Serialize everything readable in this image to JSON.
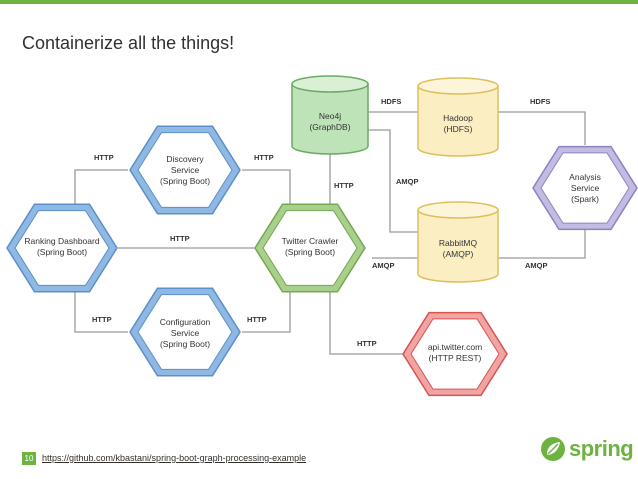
{
  "title": "Containerize all the things!",
  "footer": {
    "page_number": "10",
    "url": "https://github.com/kbastani/spring-boot-graph-processing-example"
  },
  "logo": {
    "text": "spring",
    "icon": "spring-leaf-icon"
  },
  "colors": {
    "accent": "#6db33f",
    "blue": "#5b9bd5",
    "green": "#7fb05b",
    "purple": "#9b8ec4",
    "red": "#e06666",
    "neo4j": "#8fc98a",
    "yellow": "#f2cf73"
  },
  "nodes": {
    "ranking": [
      "Ranking Dashboard",
      "(Spring Boot)"
    ],
    "discovery": [
      "Discovery",
      "Service",
      "(Spring Boot)"
    ],
    "configuration": [
      "Configuration",
      "Service",
      "(Spring Boot)"
    ],
    "crawler": [
      "Twitter Crawler",
      "(Spring Boot)"
    ],
    "neo4j": [
      "Neo4j",
      "(GraphDB)"
    ],
    "hadoop": [
      "Hadoop",
      "(HDFS)"
    ],
    "rabbitmq": [
      "RabbitMQ",
      "(AMQP)"
    ],
    "analysis": [
      "Analysis",
      "Service",
      "(Spark)"
    ],
    "twitter": [
      "api.twitter.com",
      "(HTTP REST)"
    ]
  },
  "edge_labels": {
    "rank_disc": "HTTP",
    "disc_crawl": "HTTP",
    "rank_crawl": "HTTP",
    "rank_conf": "HTTP",
    "conf_crawl": "HTTP",
    "crawl_neo": "HTTP",
    "neo_hadoop": "HDFS",
    "hadoop_analysis": "HDFS",
    "neo_rabbit": "AMQP",
    "crawl_rabbit": "AMQP",
    "rabbit_analysis": "AMQP",
    "crawl_twitter": "HTTP"
  }
}
